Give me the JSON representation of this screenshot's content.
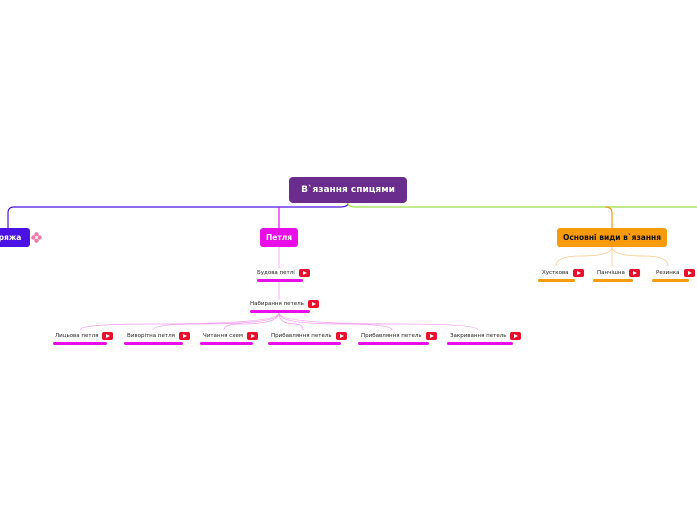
{
  "mindmap": {
    "root": "В`язання спицями",
    "branches": {
      "yarn": {
        "label": "ряжа",
        "icon": "flower-icon",
        "color": "#4a12e4"
      },
      "loop": {
        "label": "Петля",
        "color": "#e80ee8",
        "children": [
          {
            "label": "Будова петлі",
            "icon": "youtube-icon"
          },
          {
            "label": "Набирання петель",
            "icon": "youtube-icon",
            "children": [
              {
                "label": "Лицьова петля",
                "icon": "youtube-icon"
              },
              {
                "label": "Виворітна петля",
                "icon": "youtube-icon"
              },
              {
                "label": "Читання схем",
                "icon": "youtube-icon"
              },
              {
                "label": "Прибавляння петель",
                "icon": "youtube-icon"
              },
              {
                "label": "Прибавляння петель",
                "icon": "youtube-icon"
              },
              {
                "label": "Закривання петель",
                "icon": "youtube-icon"
              }
            ]
          }
        ]
      },
      "types": {
        "label": "Основні види в`язання",
        "color": "#f79a0c",
        "children": [
          {
            "label": "Хусткова",
            "icon": "youtube-icon"
          },
          {
            "label": "Панчішна",
            "icon": "youtube-icon"
          },
          {
            "label": "Резинка",
            "icon": "youtube-icon"
          }
        ]
      }
    },
    "colors": {
      "root": "#6a2d8e",
      "connector_lime": "#9be04a",
      "youtube": "#e8102c"
    }
  }
}
